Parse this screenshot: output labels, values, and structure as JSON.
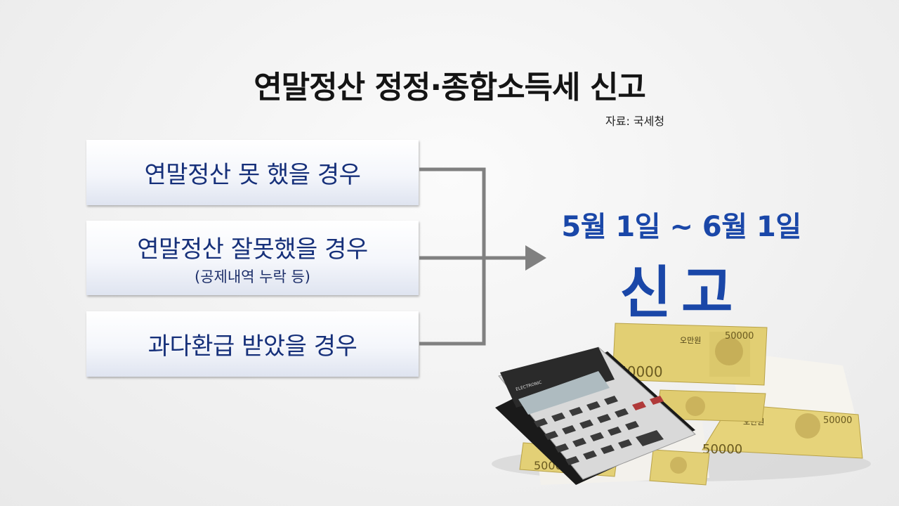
{
  "title": "연말정산 정정·종합소득세 신고",
  "source": "자료: 국세청",
  "cases": [
    {
      "label": "연말정산 못 했을 경우",
      "sub": ""
    },
    {
      "label": "연말정산 잘못했을 경우",
      "sub": "(공제내역 누락 등)"
    },
    {
      "label": "과다환급 받았을 경우",
      "sub": ""
    }
  ],
  "result": {
    "date_range": "5월 1일 ~ 6월 1일",
    "action": "신고"
  },
  "illustration": {
    "banknote_value": "50000",
    "banknote_name": "오만원",
    "calculator_brand": "ELECTRONIC"
  },
  "colors": {
    "accent": "#1a47a8",
    "box_text": "#16307a",
    "connector": "#808080"
  }
}
